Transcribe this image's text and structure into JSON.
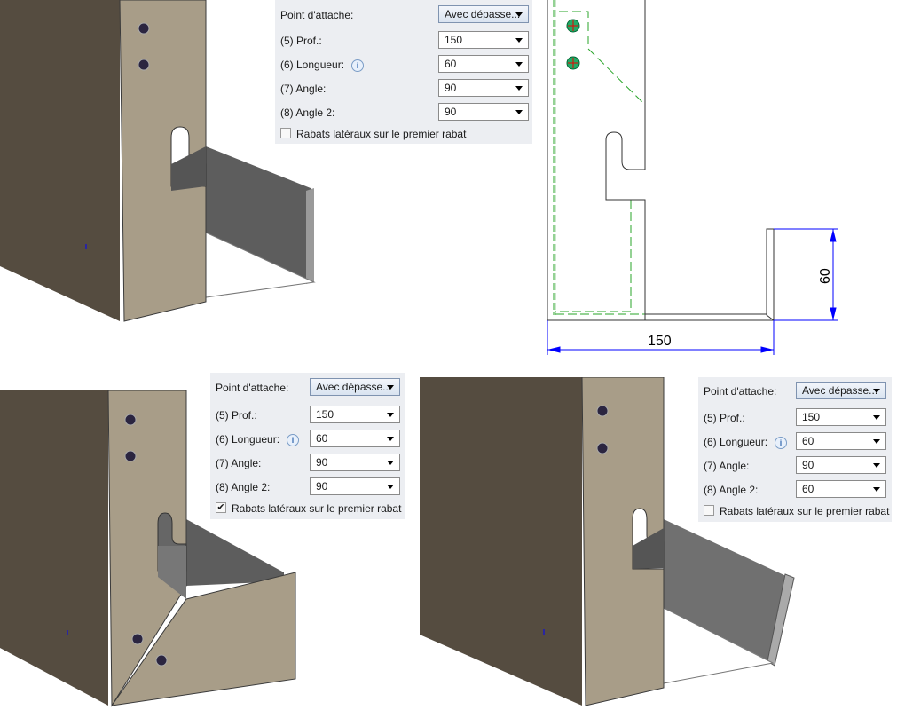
{
  "panels": [
    {
      "attach_label": "Point d'attache:",
      "attach_value": "Avec dépasse...",
      "depth_label": "(5) Prof.:",
      "depth_value": "150",
      "length_label": "(6) Longueur:",
      "length_value": "60",
      "angle_label": "(7) Angle:",
      "angle_value": "90",
      "angle2_label": "(8) Angle 2:",
      "angle2_value": "90",
      "checkbox_label": "Rabats latéraux sur le premier rabat",
      "checkbox_checked": false,
      "checkbox_mark": ""
    },
    {
      "attach_label": "Point d'attache:",
      "attach_value": "Avec dépasse...",
      "depth_label": "(5) Prof.:",
      "depth_value": "150",
      "length_label": "(6) Longueur:",
      "length_value": "60",
      "angle_label": "(7) Angle:",
      "angle_value": "90",
      "angle2_label": "(8) Angle 2:",
      "angle2_value": "90",
      "checkbox_label": "Rabats latéraux sur le premier rabat",
      "checkbox_checked": true,
      "checkbox_mark": "✔"
    },
    {
      "attach_label": "Point d'attache:",
      "attach_value": "Avec dépasse...",
      "depth_label": "(5) Prof.:",
      "depth_value": "150",
      "length_label": "(6) Longueur:",
      "length_value": "60",
      "angle_label": "(7) Angle:",
      "angle_value": "90",
      "angle2_label": "(8) Angle 2:",
      "angle2_value": "60",
      "checkbox_label": "Rabats latéraux sur le premier rabat",
      "checkbox_checked": false,
      "checkbox_mark": ""
    }
  ],
  "info_icon": "i",
  "drawing": {
    "width_dim": "150",
    "height_dim": "60"
  },
  "colors": {
    "wall": "#554c40",
    "flange": "#a89d88",
    "channel": "#6e6e6e",
    "dimension": "#0000ff",
    "hidden_line": "#2aa52a"
  }
}
